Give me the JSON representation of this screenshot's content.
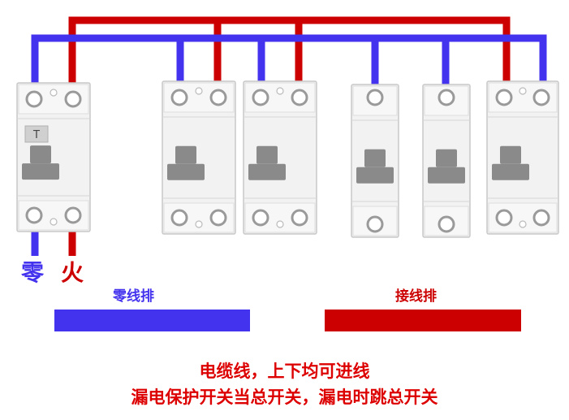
{
  "colors": {
    "neutral": "#4433ee",
    "live": "#cc0000",
    "caption": "#dd0000",
    "breaker_body": "#f2f2f2",
    "breaker_edge": "#c8c8c8",
    "lever": "#8a8a8a"
  },
  "labels": {
    "neutral": "零",
    "live": "火",
    "neutral_bar": "零线排",
    "ground_bar": "接线排"
  },
  "caption": {
    "line1": "电缆线，上下均可进线",
    "line2": "漏电保护开关当总开关，漏电时跳总开关"
  },
  "breaker_main": {
    "test_button": "T"
  }
}
